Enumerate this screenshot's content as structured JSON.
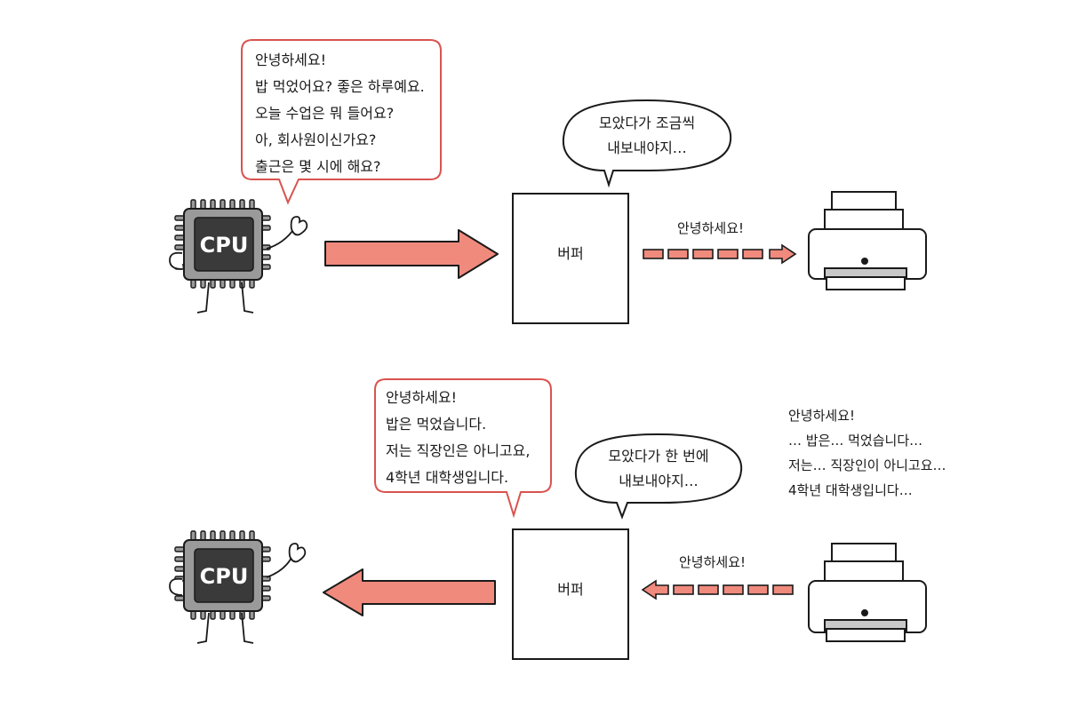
{
  "colors": {
    "accent_red": "#f08a7d",
    "bubble_border_red": "#d9534f",
    "chip_body": "#9a9a9a",
    "chip_core": "#3a3a3a",
    "stroke": "#1a1a1a"
  },
  "top_scene": {
    "cpu_label": "CPU",
    "cpu_bubble_lines": [
      "안녕하세요!",
      "밥 먹었어요? 좋은 하루예요.",
      "오늘 수업은 뭐 들어요?",
      "아, 회사원이신가요?",
      "출근은 몇 시에 해요?"
    ],
    "buffer_label": "버퍼",
    "buffer_thought_lines": [
      "모았다가 조금씩",
      "내보내야지…"
    ],
    "transfer_label": "안녕하세요!",
    "printer_icon": "printer-icon",
    "arrow_direction": "cpu-to-buffer-to-printer"
  },
  "bottom_scene": {
    "cpu_label": "CPU",
    "buffer_bubble_lines": [
      "안녕하세요!",
      "밥은 먹었습니다.",
      "저는 직장인은 아니고요,",
      "4학년 대학생입니다."
    ],
    "buffer_label": "버퍼",
    "buffer_thought_lines": [
      "모았다가 한 번에",
      "내보내야지…"
    ],
    "transfer_label": "안녕하세요!",
    "printer_text_lines": [
      "안녕하세요!",
      "… 밥은… 먹었습니다…",
      "저는… 직장인이 아니고요…",
      "4학년 대학생입니다…"
    ],
    "printer_icon": "printer-icon",
    "arrow_direction": "printer-to-buffer-to-cpu"
  }
}
